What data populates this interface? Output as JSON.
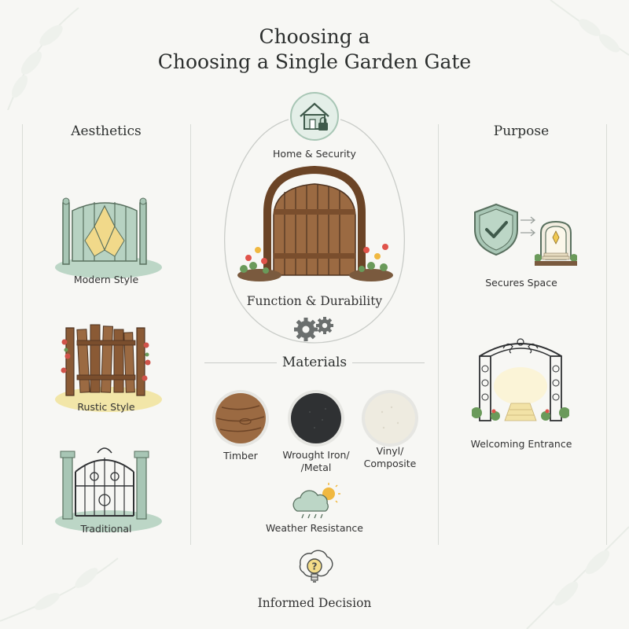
{
  "title": {
    "line1": "Choosing a",
    "line2": "Choosing a Single Garden Gate"
  },
  "aesthetics": {
    "heading": "Aesthetics",
    "items": [
      {
        "label": "Modern Style"
      },
      {
        "label": "Rustic Style"
      },
      {
        "label": "Traditional"
      }
    ]
  },
  "center": {
    "security_label": "Home & Security",
    "function_label": "Function & Durability",
    "materials_heading": "Materials",
    "materials": [
      {
        "label_line1": "Timber",
        "label_line2": ""
      },
      {
        "label_line1": "Wrought Iron/",
        "label_line2": "/Metal"
      },
      {
        "label_line1": "Vinyl/",
        "label_line2": "Composite"
      }
    ],
    "weather_label": "Weather Resistance",
    "decision_label": "Informed Decision"
  },
  "purpose": {
    "heading": "Purpose",
    "items": [
      {
        "label": "Secures Space"
      },
      {
        "label": "Welcoming Entrance"
      }
    ]
  },
  "colors": {
    "sage": "#a8c6b5",
    "wood": "#8a5a35",
    "iron": "#2f3133",
    "cream": "#f2e6a8"
  }
}
